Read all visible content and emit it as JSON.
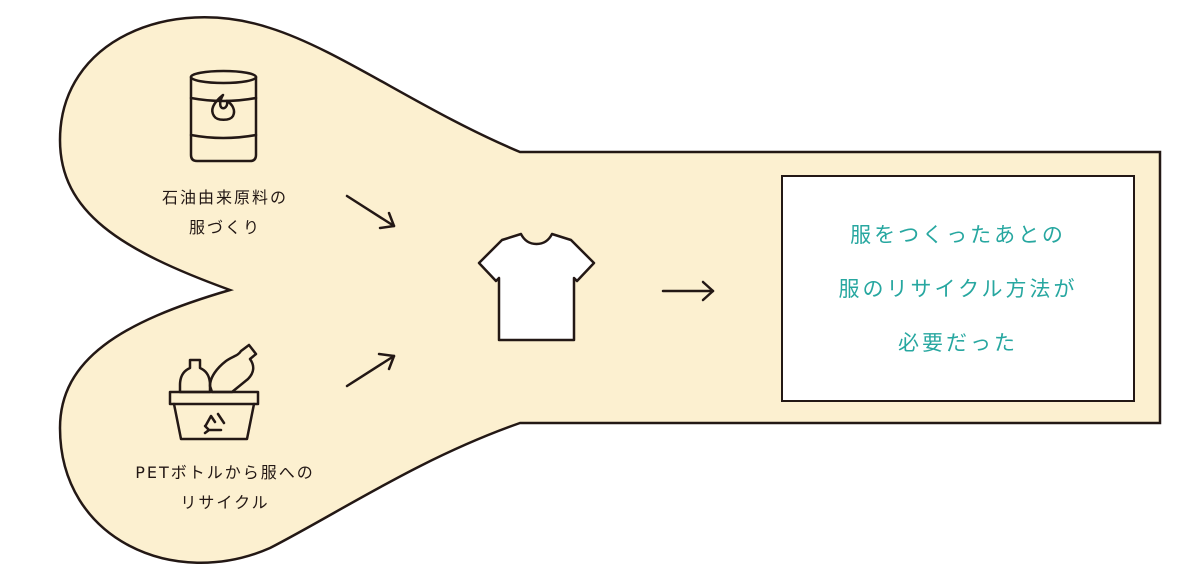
{
  "colors": {
    "shape_fill": "#fcf0d0",
    "stroke": "#231815",
    "result_text": "#27a7a0"
  },
  "sources": [
    {
      "icon": "oil-drum-icon",
      "label_lines": [
        "石油由来原料の",
        "服づくり"
      ]
    },
    {
      "icon": "recycle-basket-bottles-icon",
      "label_lines": [
        "PETボトルから服への",
        "リサイクル"
      ]
    }
  ],
  "product": {
    "icon": "tshirt-icon"
  },
  "arrows": [
    "arrow-down-right",
    "arrow-up-right",
    "arrow-right"
  ],
  "result": {
    "lines": [
      "服をつくったあとの",
      "服のリサイクル方法が",
      "必要だった"
    ]
  }
}
